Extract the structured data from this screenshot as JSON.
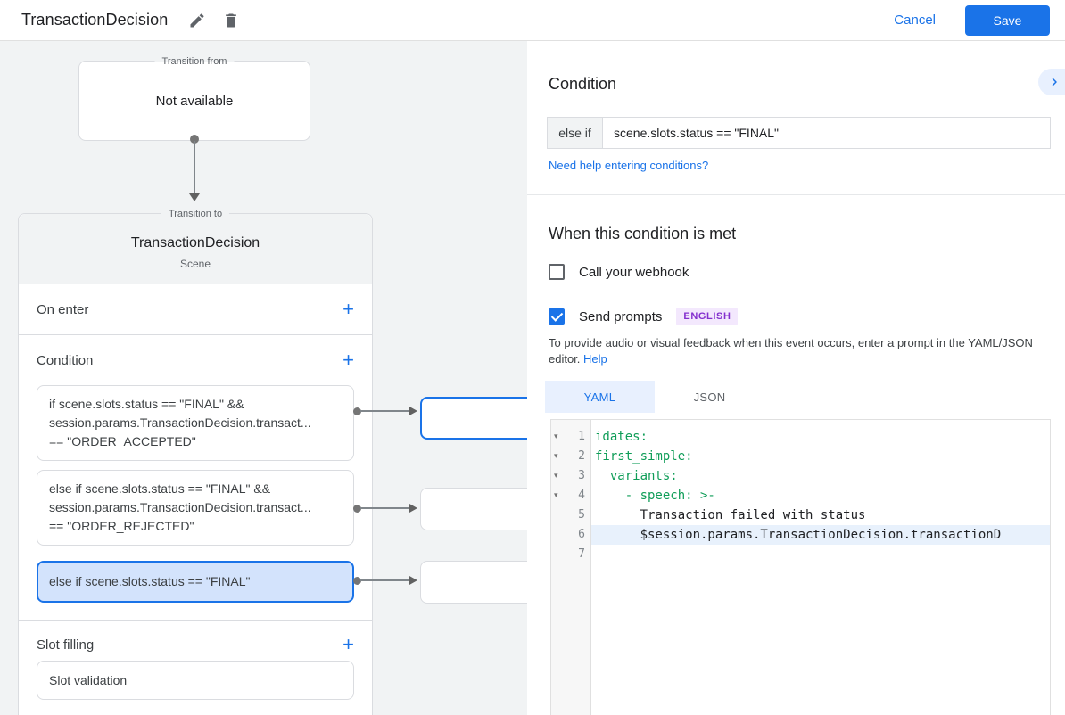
{
  "header": {
    "title": "TransactionDecision",
    "cancel_label": "Cancel",
    "save_label": "Save"
  },
  "flow": {
    "transition_from": {
      "legend": "Transition from",
      "value": "Not available"
    },
    "transition_to": {
      "legend": "Transition to",
      "title": "TransactionDecision",
      "subtitle": "Scene",
      "add_icon": "+",
      "on_enter_label": "On enter",
      "condition_label": "Condition",
      "slot_filling_label": "Slot filling",
      "slot_item": "Slot validation",
      "conditions": [
        {
          "line1": "if scene.slots.status == \"FINAL\" &&",
          "line2": "session.params.TransactionDecision.transact...",
          "line3": "== \"ORDER_ACCEPTED\""
        },
        {
          "line1": "else if scene.slots.status == \"FINAL\" &&",
          "line2": "session.params.TransactionDecision.transact...",
          "line3": "== \"ORDER_REJECTED\""
        },
        {
          "line1": "else if scene.slots.status == \"FINAL\""
        }
      ]
    }
  },
  "panel": {
    "title": "Condition",
    "condition_prefix": "else if",
    "condition_value": "scene.slots.status == \"FINAL\"",
    "help_link": "Need help entering conditions?",
    "when_heading": "When this condition is met",
    "webhook_label": "Call your webhook",
    "prompts_label": "Send prompts",
    "language_badge": "ENGLISH",
    "description": "To provide audio or visual feedback when this event occurs, enter a prompt in the YAML/JSON editor.",
    "description_help": "Help",
    "tabs": {
      "yaml": "YAML",
      "json": "JSON"
    },
    "editor_lines": [
      {
        "num": "1",
        "text": "idates:"
      },
      {
        "num": "2",
        "text": "first_simple:"
      },
      {
        "num": "3",
        "text": "  variants:"
      },
      {
        "num": "4",
        "text": "    - speech: >-"
      },
      {
        "num": "5",
        "text": "      Transaction failed with status"
      },
      {
        "num": "6",
        "text": "      $session.params.TransactionDecision.transactionD"
      },
      {
        "num": "7",
        "text": ""
      }
    ]
  },
  "colors": {
    "accent_blue": "#1a73e8",
    "selected_condition_bg": "#d3e3fc",
    "tab_active_bg": "#e8f0fe",
    "badge_bg": "#f3e8fd",
    "badge_text": "#8430ce",
    "code_key_green": "#0f9d58",
    "code_line_highlight": "#e8f1fc",
    "canvas_bg": "#f1f3f4"
  }
}
